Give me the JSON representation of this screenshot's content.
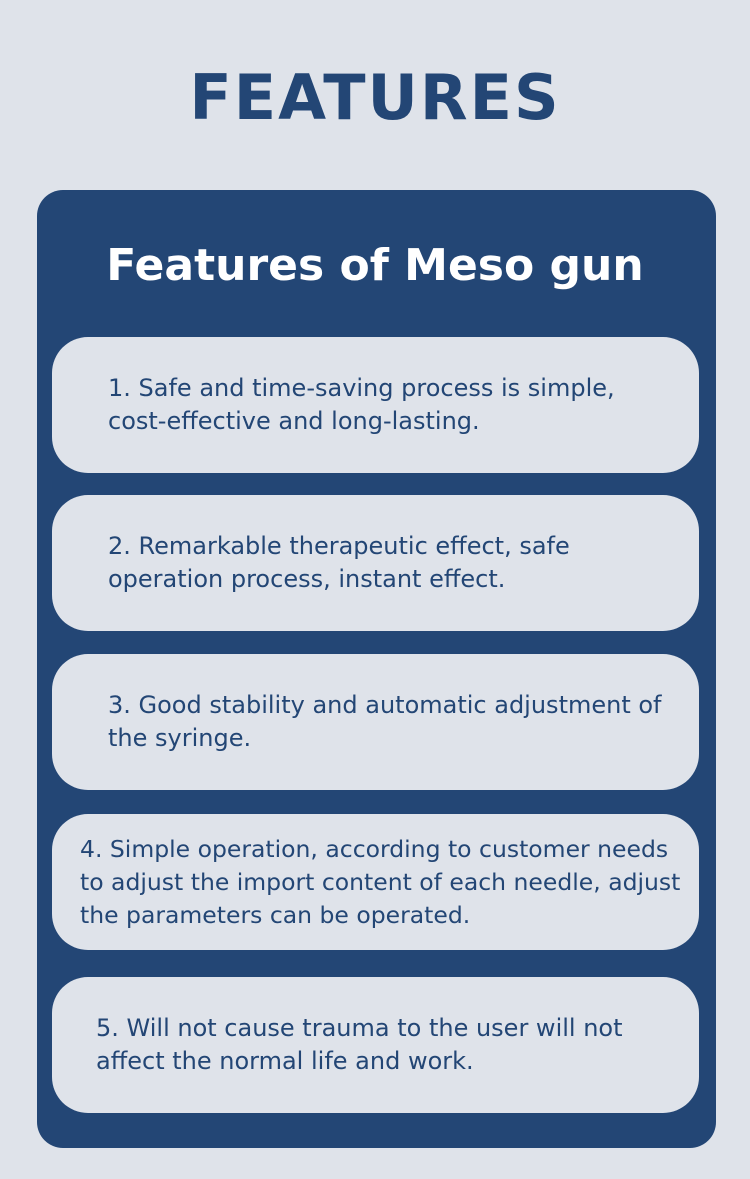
{
  "colors": {
    "background": "#dfe3ea",
    "panel": "#234675",
    "card": "#dfe3ea",
    "heading": "#234675",
    "panel_title": "#ffffff",
    "card_text": "#234675"
  },
  "page": {
    "title": "FEATURES"
  },
  "panel": {
    "title": "Features of Meso gun",
    "items": [
      "1. Safe and time-saving process is simple, cost-effective and long-lasting.",
      "2. Remarkable therapeutic effect, safe operation process, instant effect.",
      "3. Good stability and automatic adjustment of the syringe.",
      "4. Simple operation, according to customer needs to adjust the import content of each needle, adjust the parameters can be operated.",
      "5. Will not cause trauma to the user will not affect the normal life and work."
    ]
  }
}
